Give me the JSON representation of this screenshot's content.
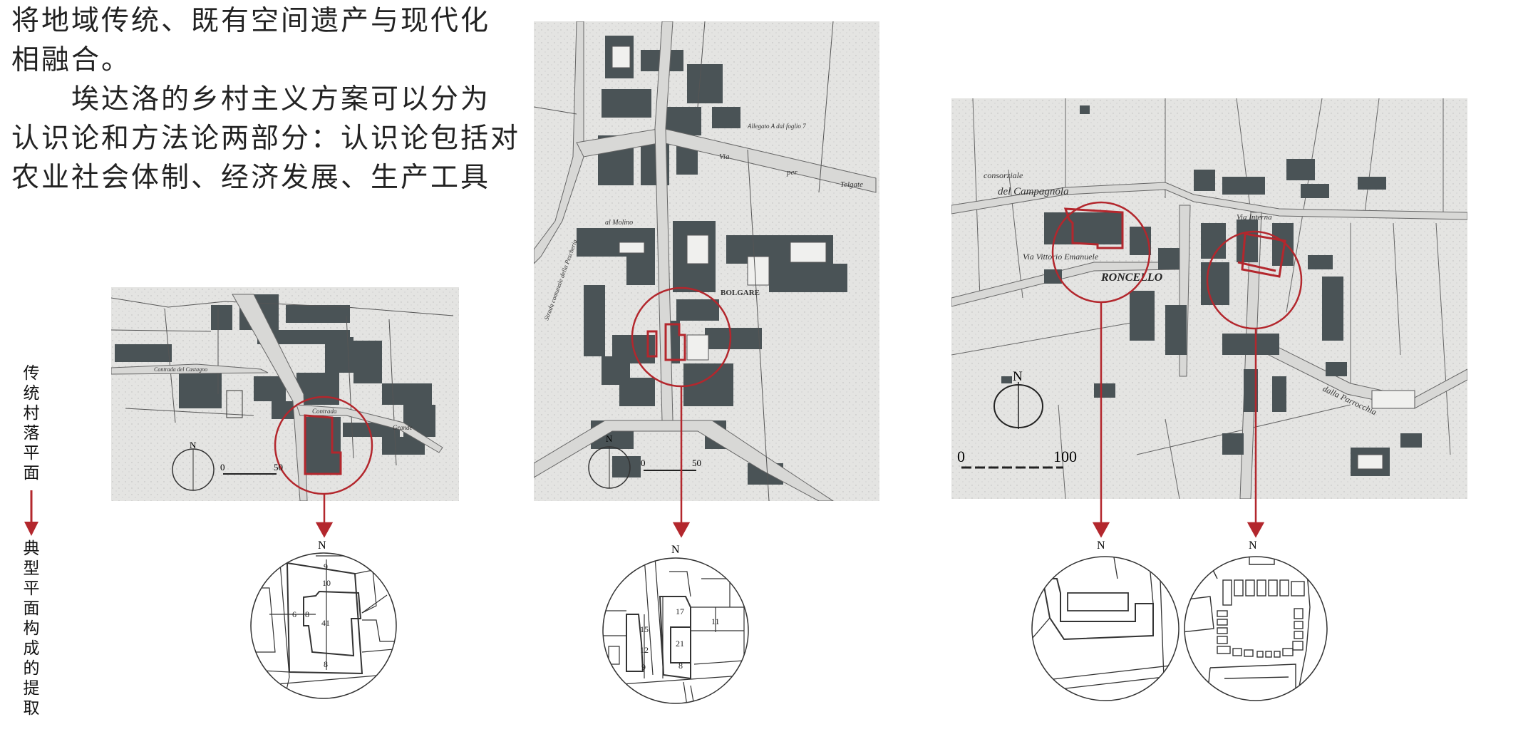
{
  "body_text": {
    "lines": [
      "将地域传统、既有空间遗产与现代化",
      "相融合。",
      "　　埃达洛的乡村主义方案可以分为",
      "认识论和方法论两部分：认识论包括对",
      "农业社会体制、经济发展、生产工具"
    ]
  },
  "side_caption": {
    "top": "传统村落平面",
    "bottom": "典型平面构成的提取"
  },
  "colors": {
    "accent_red": "#b3272d",
    "map_bg": "#e4e4e2",
    "block_dark": "#4a5356"
  },
  "maps": [
    {
      "street_labels": [
        "Contrada",
        "Grande",
        "Contrada del Castagno"
      ],
      "north": "N",
      "scale_start": "0",
      "scale_end": "50",
      "detail": {
        "north": "N",
        "dims": [
          "9",
          "10",
          "6",
          "8",
          "41",
          "8"
        ]
      }
    },
    {
      "street_labels": [
        "Allegato A dal foglio 7",
        "Via",
        "per",
        "Telgate",
        "al Molino",
        "BOLGARE",
        "Strada comunale della Pescheria"
      ],
      "north": "N",
      "scale_start": "0",
      "scale_end": "50",
      "detail": {
        "north": "N",
        "dims": [
          "17",
          "11",
          "15",
          "21",
          "12",
          "9",
          "8"
        ]
      }
    },
    {
      "street_labels": [
        "del Campagnola",
        "consorziale",
        "RONCELLO",
        "Via Vittorio Emanuele",
        "dalla Parrocchia",
        "Via Interna"
      ],
      "north": "N",
      "scale_start": "0",
      "scale_end": "100",
      "details": [
        {
          "north": "N"
        },
        {
          "north": "N"
        }
      ]
    }
  ]
}
